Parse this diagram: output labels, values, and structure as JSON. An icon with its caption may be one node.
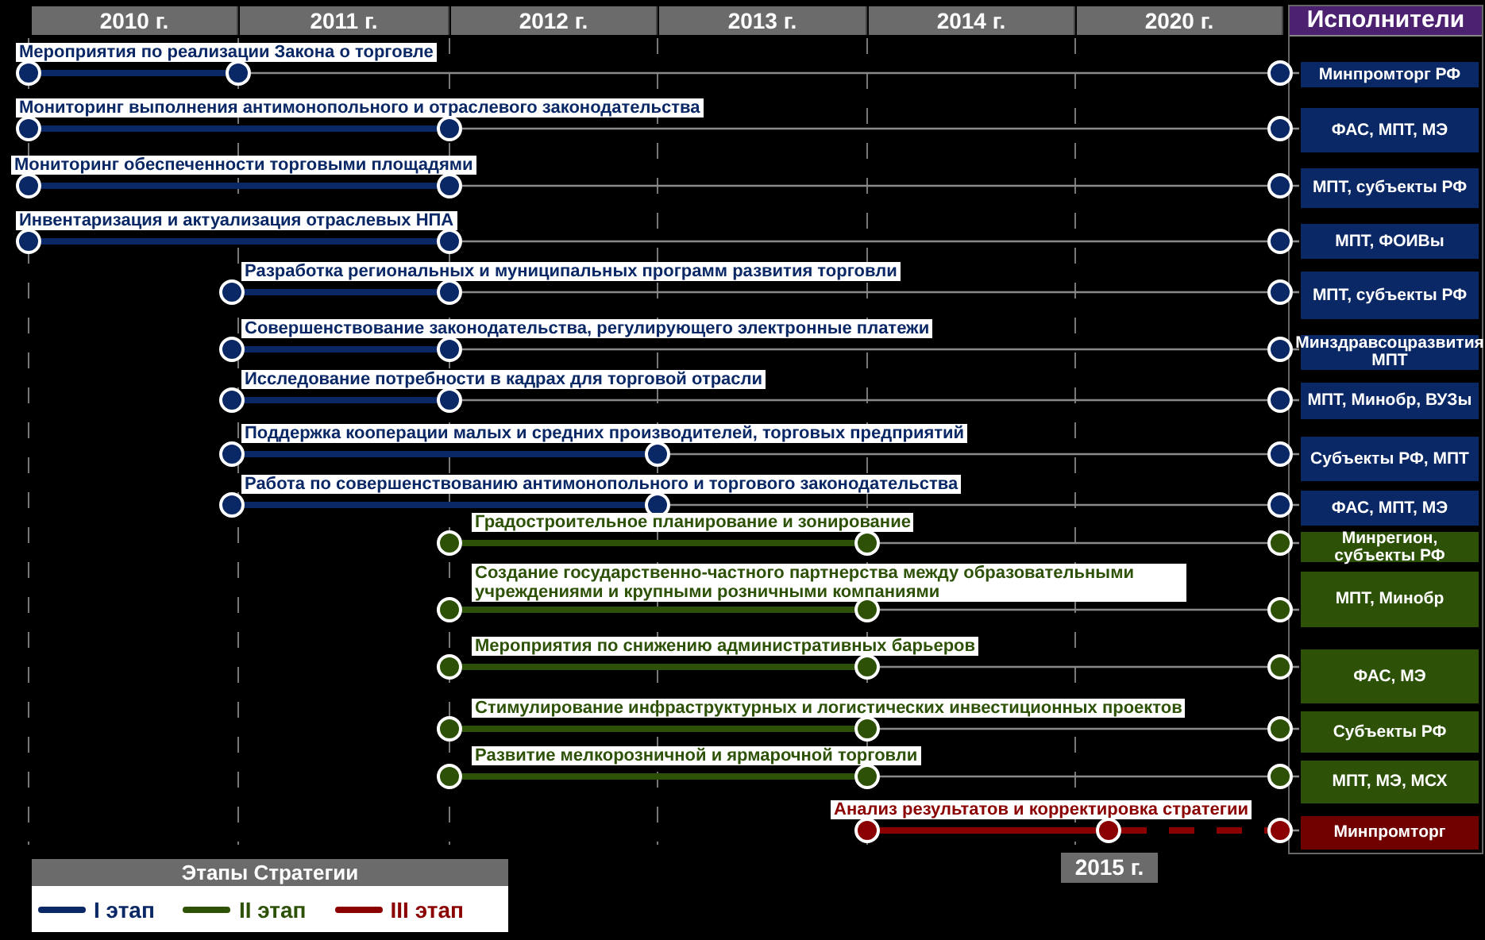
{
  "diagram": {
    "nodes": [
      {
        "text": [
          "Исполнители"
        ]
      },
      {
        "text": [],
        "shape": "circle"
      },
      {
        "text": [],
        "shape": "circle"
      },
      {
        "text": [],
        "shape": "circle"
      },
      {
        "text": [
          "Минпромторг РФ"
        ],
        "in": 0
      },
      {
        "text": [],
        "shape": "circle"
      },
      {
        "text": [],
        "shape": "circle"
      },
      {
        "text": [],
        "shape": "circle"
      },
      {
        "text": [
          "ФАС, МПТ, МЭ"
        ],
        "in": 0
      },
      {
        "text": [],
        "shape": "circle"
      },
      {
        "text": [],
        "shape": "circle"
      },
      {
        "text": [],
        "shape": "circle"
      },
      {
        "text": [
          "МПТ, субъекты РФ"
        ],
        "in": 0
      },
      {
        "text": [],
        "shape": "circle"
      },
      {
        "text": [],
        "shape": "circle"
      },
      {
        "text": [],
        "shape": "circle"
      },
      {
        "text": [
          "МПТ, ФОИВы"
        ],
        "in": 0
      },
      {
        "text": [],
        "shape": "circle"
      },
      {
        "text": [],
        "shape": "circle"
      },
      {
        "text": [],
        "shape": "circle"
      },
      {
        "text": [
          "МПТ, субъекты РФ"
        ],
        "in": 0
      },
      {
        "text": [],
        "shape": "circle"
      },
      {
        "text": [],
        "shape": "circle"
      },
      {
        "text": [],
        "shape": "circle"
      },
      {
        "text": [
          "Минздравсоцразвития МПТ"
        ],
        "in": 0
      },
      {
        "text": [],
        "shape": "circle"
      },
      {
        "text": [],
        "shape": "circle"
      },
      {
        "text": [],
        "shape": "circle"
      },
      {
        "text": [
          "МПТ, Минобр, ВУЗы"
        ],
        "in": 0
      },
      {
        "text": [],
        "shape": "circle"
      },
      {
        "text": [],
        "shape": "circle"
      },
      {
        "text": [],
        "shape": "circle"
      },
      {
        "text": [
          "Субъекты РФ, МПТ"
        ],
        "in": 0
      },
      {
        "text": [],
        "shape": "circle"
      },
      {
        "text": [],
        "shape": "circle"
      },
      {
        "text": [],
        "shape": "circle"
      },
      {
        "text": [
          "ФАС, МПТ, МЭ"
        ],
        "in": 0
      },
      {
        "text": [],
        "shape": "circle"
      },
      {
        "text": [],
        "shape": "circle"
      },
      {
        "text": [],
        "shape": "circle"
      },
      {
        "text": [
          "Минрегион, субъекты РФ"
        ],
        "in": 0
      },
      {
        "text": [],
        "shape": "circle"
      },
      {
        "text": [],
        "shape": "circle"
      },
      {
        "text": [],
        "shape": "circle"
      },
      {
        "text": [
          "МПТ, Минобр"
        ],
        "in": 0
      },
      {
        "text": [],
        "shape": "circle"
      },
      {
        "text": [],
        "shape": "circle"
      },
      {
        "text": [],
        "shape": "circle"
      },
      {
        "text": [
          "ФАС, МЭ"
        ],
        "in": 0
      },
      {
        "text": [],
        "shape": "circle"
      },
      {
        "text": [],
        "shape": "circle"
      },
      {
        "text": [],
        "shape": "circle"
      },
      {
        "text": [
          "Субъекты РФ"
        ],
        "in": 0
      },
      {
        "text": [],
        "shape": "circle"
      },
      {
        "text": [],
        "shape": "circle"
      },
      {
        "text": [],
        "shape": "circle"
      },
      {
        "text": [
          "МПТ, МЭ, МСХ"
        ],
        "in": 0
      },
      {
        "text": [],
        "shape": "circle"
      },
      {
        "text": [],
        "shape": "circle"
      },
      {
        "text": [],
        "shape": "circle"
      },
      {
        "text": [
          "Минпромторг"
        ],
        "in": 0
      }
    ],
    "edges": [
      {
        "from": 1,
        "to": 2,
        "arrow": "none",
        "style": "thick",
        "color": "#0a2865"
      },
      {
        "from": 2,
        "to": 3,
        "arrow": "none"
      },
      {
        "from": 3,
        "to": 4,
        "arrow": "none"
      },
      {
        "from": 5,
        "to": 6,
        "arrow": "none",
        "style": "thick",
        "color": "#0a2865"
      },
      {
        "from": 6,
        "to": 7,
        "arrow": "none"
      },
      {
        "from": 7,
        "to": 8,
        "arrow": "none"
      },
      {
        "from": 9,
        "to": 10,
        "arrow": "none",
        "style": "thick",
        "color": "#0a2865"
      },
      {
        "from": 10,
        "to": 11,
        "arrow": "none"
      },
      {
        "from": 11,
        "to": 12,
        "arrow": "none"
      },
      {
        "from": 13,
        "to": 14,
        "arrow": "none",
        "style": "thick",
        "color": "#0a2865"
      },
      {
        "from": 14,
        "to": 15,
        "arrow": "none"
      },
      {
        "from": 15,
        "to": 16,
        "arrow": "none"
      },
      {
        "from": 17,
        "to": 18,
        "arrow": "none",
        "style": "thick",
        "color": "#0a2865"
      },
      {
        "from": 18,
        "to": 19,
        "arrow": "none"
      },
      {
        "from": 19,
        "to": 20,
        "arrow": "none"
      },
      {
        "from": 21,
        "to": 22,
        "arrow": "none",
        "style": "thick",
        "color": "#0a2865"
      },
      {
        "from": 22,
        "to": 23,
        "arrow": "none"
      },
      {
        "from": 23,
        "to": 24,
        "arrow": "none"
      },
      {
        "from": 25,
        "to": 26,
        "arrow": "none",
        "style": "thick",
        "color": "#0a2865"
      },
      {
        "from": 26,
        "to": 27,
        "arrow": "none"
      },
      {
        "from": 27,
        "to": 28,
        "arrow": "none"
      },
      {
        "from": 29,
        "to": 30,
        "arrow": "none",
        "style": "thick",
        "color": "#0a2865"
      },
      {
        "from": 30,
        "to": 31,
        "arrow": "none"
      },
      {
        "from": 31,
        "to": 32,
        "arrow": "none"
      },
      {
        "from": 33,
        "to": 34,
        "arrow": "none",
        "style": "thick",
        "color": "#0a2865"
      },
      {
        "from": 34,
        "to": 35,
        "arrow": "none"
      },
      {
        "from": 35,
        "to": 36,
        "arrow": "none"
      },
      {
        "from": 37,
        "to": 38,
        "arrow": "none",
        "style": "thick",
        "color": "#2d5207"
      },
      {
        "from": 38,
        "to": 39,
        "arrow": "none"
      },
      {
        "from": 39,
        "to": 40,
        "arrow": "none"
      },
      {
        "from": 41,
        "to": 42,
        "arrow": "none",
        "style": "thick",
        "color": "#2d5207"
      },
      {
        "from": 42,
        "to": 43,
        "arrow": "none"
      },
      {
        "from": 43,
        "to": 44,
        "arrow": "none"
      },
      {
        "from": 45,
        "to": 46,
        "arrow": "none",
        "style": "thick",
        "color": "#2d5207"
      },
      {
        "from": 46,
        "to": 47,
        "arrow": "none"
      },
      {
        "from": 47,
        "to": 48,
        "arrow": "none"
      },
      {
        "from": 49,
        "to": 50,
        "arrow": "none",
        "style": "thick",
        "color": "#2d5207"
      },
      {
        "from": 50,
        "to": 51,
        "arrow": "none"
      },
      {
        "from": 51,
        "to": 52,
        "arrow": "none"
      },
      {
        "from": 53,
        "to": 54,
        "arrow": "none",
        "style": "thick",
        "color": "#2d5207"
      },
      {
        "from": 54,
        "to": 55,
        "arrow": "none"
      },
      {
        "from": 55,
        "to": 56,
        "arrow": "none"
      },
      {
        "from": 57,
        "to": 58,
        "arrow": "none",
        "style": "thick",
        "color": "#8b0000"
      },
      {
        "from": 58,
        "to": 59,
        "arrow": "none",
        "style": "dashed",
        "color": "#8b0000"
      },
      {
        "from": 59,
        "to": 60,
        "arrow": "none"
      }
    ],
    "labels": [
      "2010 г.",
      "2011 г.",
      "2012 г.",
      "2013 г.",
      "2014 г.",
      "2020 г.",
      "Мероприятия по реализации Закона о торговле",
      "Мониторинг выполнения антимонопольного и отраслевого законодательства",
      "Мониторинг обеспеченности торговыми площадями",
      "Инвентаризация и актуализация отраслевых НПА",
      "Разработка региональных и муниципальных программ развития торговли",
      "Совершенствование законодательства, регулирующего электронные платежи",
      "Исследование потребности в кадрах для торговой отрасли",
      "Поддержка кооперации малых и средних производителей, торговых предприятий",
      "Работа по совершенствованию антимонопольного и торгового законодательства",
      "Градостроительное планирование и зонирование",
      "Создание государственно-частного партнерства между образовательными учреждениями и крупными розничными компаниями",
      "Мероприятия по снижению административных барьеров",
      "Стимулирование инфраструктурных и логистических инвестиционных проектов",
      "Развитие мелкорозничной и ярмарочной торговли",
      "Анализ результатов и корректировка стратегии",
      "Этапы Стратегии",
      "2015 г."
    ],
    "legend": [
      {
        "text": "I этап",
        "color": "#0a2865"
      },
      {
        "text": "II этап",
        "color": "#2d5207"
      },
      {
        "text": "III этап",
        "color": "#8b0000"
      }
    ]
  }
}
